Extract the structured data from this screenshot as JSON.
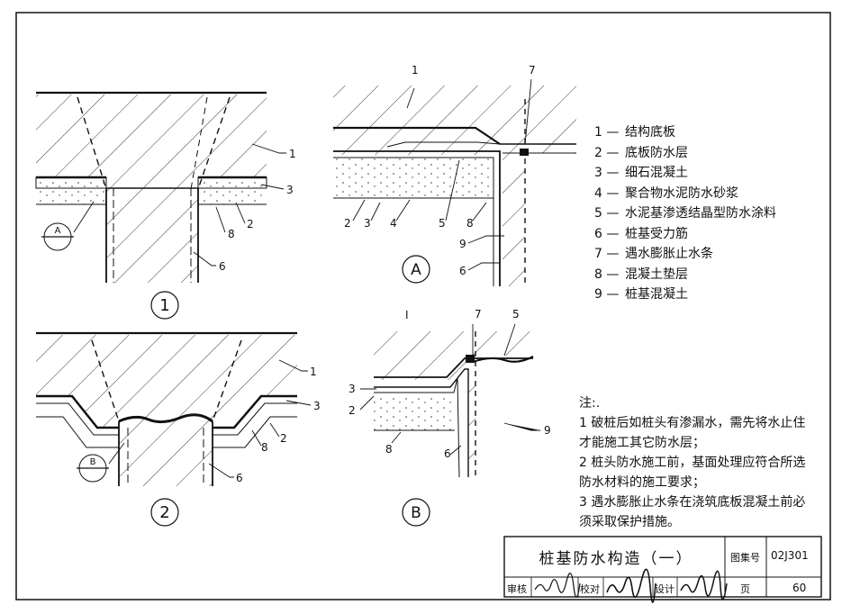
{
  "legend": [
    {
      "num": "1 —",
      "text": "结构底板"
    },
    {
      "num": "2 —",
      "text": "底板防水层"
    },
    {
      "num": "3 —",
      "text": "细石混凝土"
    },
    {
      "num": "4 —",
      "text": "聚合物水泥防水砂浆"
    },
    {
      "num": "5 —",
      "text": "水泥基渗透结晶型防水涂料"
    },
    {
      "num": "6 —",
      "text": "桩基受力筋"
    },
    {
      "num": "7 —",
      "text": "遇水膨胀止水条"
    },
    {
      "num": "8 —",
      "text": "混凝土垫层"
    },
    {
      "num": "9 —",
      "text": "桩基混凝土"
    }
  ],
  "notes": {
    "heading": "注:.",
    "items": [
      "1  破桩后如桩头有渗漏水，需先将水止住才能施工其它防水层；",
      "2  桩头防水施工前，基面处理应符合所选防水材料的施工要求；",
      "3  遇水膨胀止水条在浇筑底板混凝土前必须采取保护措施。"
    ]
  },
  "detail_labels": {
    "d1": "1",
    "d2": "2",
    "dA": "A",
    "dB": "B",
    "refA": "A",
    "refB": "B"
  },
  "callouts": {
    "c1": "1",
    "c2": "2",
    "c3": "3",
    "c4": "4",
    "c5": "5",
    "c6": "6",
    "c7": "7",
    "c8": "8",
    "c9": "9",
    "cI": "I"
  },
  "title_block": {
    "title": "桩基防水构造（一）",
    "atlas_label": "图集号",
    "atlas_no": "02J301",
    "review": "审核",
    "check": "校对",
    "design": "设计",
    "page_label": "页",
    "page_no": "60"
  }
}
